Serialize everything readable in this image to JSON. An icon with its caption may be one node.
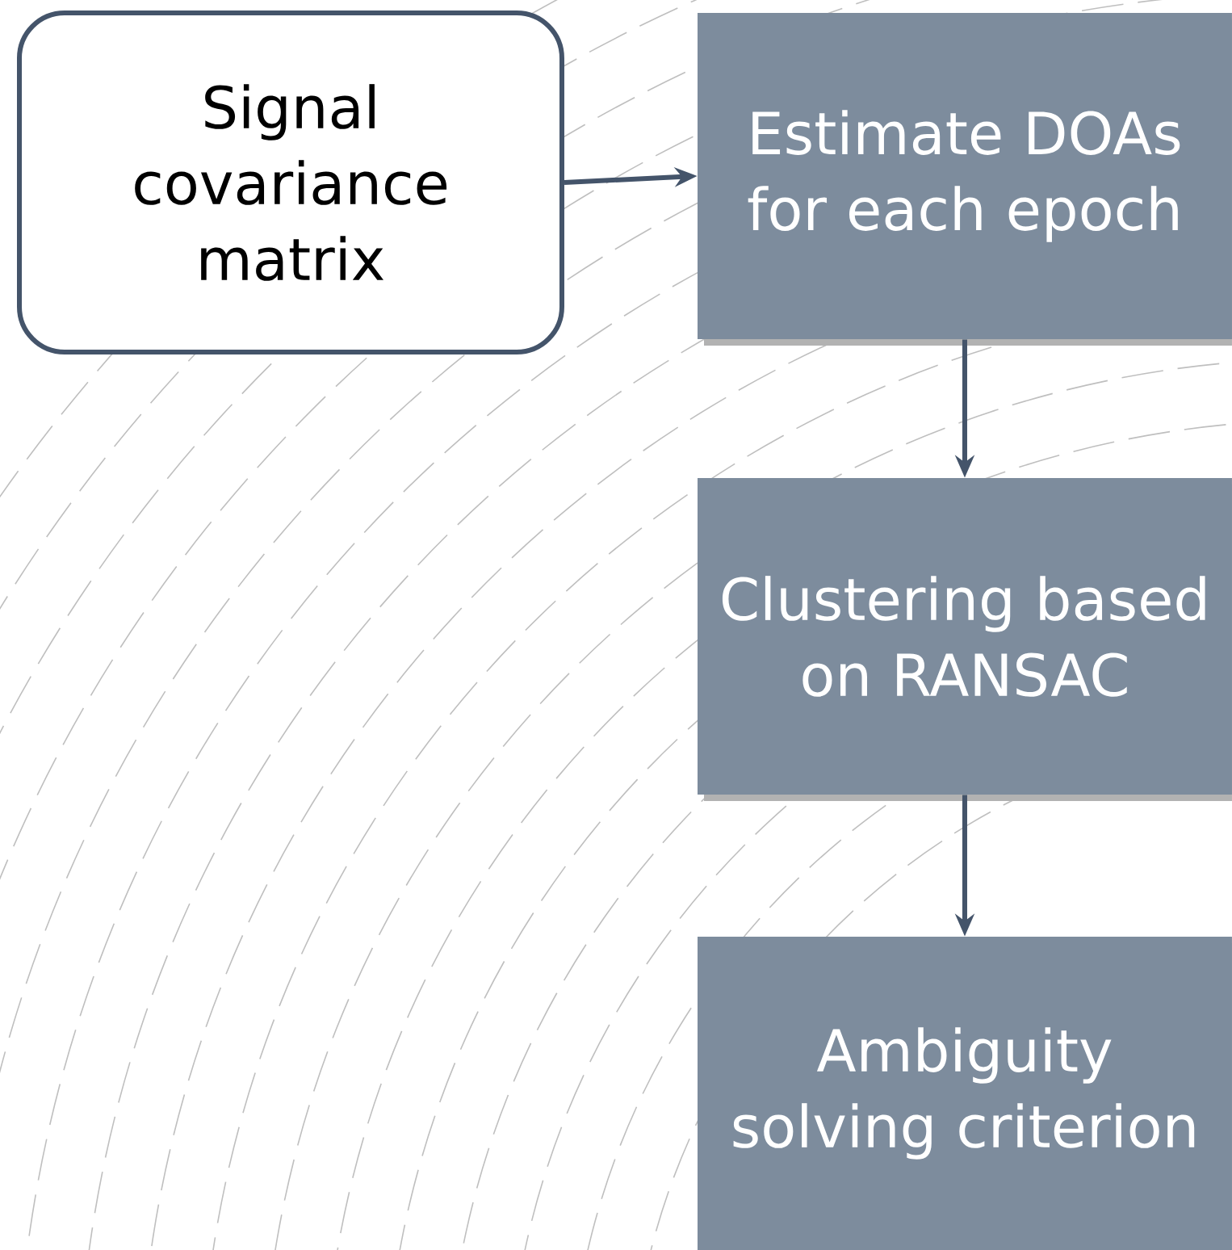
{
  "diagram": {
    "nodes": [
      {
        "text": [
          "Signal covariance matrix"
        ]
      },
      {
        "text": [
          "Estimate DOAs for each epoch"
        ]
      },
      {
        "text": [
          "Clustering based on RANSAC"
        ]
      },
      {
        "text": [
          "Ambiguity solving criterion"
        ]
      }
    ],
    "edges": [
      {
        "from": 0,
        "to": 1,
        "arrow": "to"
      },
      {
        "from": 1,
        "to": 2,
        "arrow": "to"
      },
      {
        "from": 2,
        "to": 3,
        "arrow": "to"
      }
    ]
  }
}
